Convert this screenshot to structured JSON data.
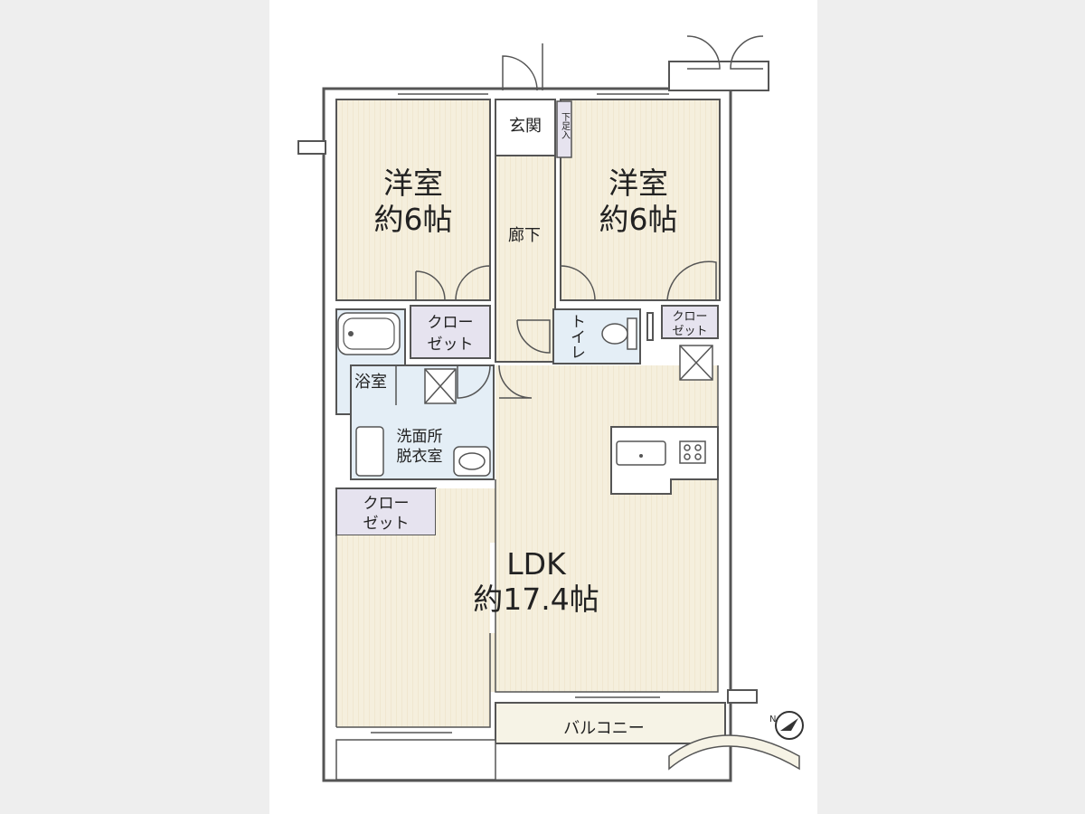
{
  "rooms": {
    "western_room_left": {
      "name": "洋室",
      "size": "約6帖"
    },
    "western_room_right": {
      "name": "洋室",
      "size": "約6帖"
    },
    "ldk": {
      "name": "LDK",
      "size": "約17.4帖"
    },
    "entrance": "玄関",
    "shoe_storage": "下足入",
    "hallway": "廊下",
    "bathroom": "浴室",
    "washroom": {
      "line1": "洗面所",
      "line2": "脱衣室"
    },
    "toilet": "トイレ",
    "closet_left_top": {
      "line1": "クロー",
      "line2": "ゼット"
    },
    "closet_right": {
      "line1": "クロー",
      "line2": "ゼット"
    },
    "closet_ldk": {
      "line1": "クロー",
      "line2": "ゼット"
    },
    "balcony": "バルコニー"
  },
  "colors": {
    "wood_floor": "#f5efdd",
    "closet": "#e6e3ef",
    "wet_area": "#e4eef6",
    "balcony": "#f6f3e6",
    "wall": "#555555",
    "background": "#eeeeee"
  },
  "icons": [
    "north-arrow-icon",
    "bathtub-icon",
    "toilet-icon",
    "kitchen-sink-icon",
    "stove-icon",
    "washbasin-icon"
  ]
}
